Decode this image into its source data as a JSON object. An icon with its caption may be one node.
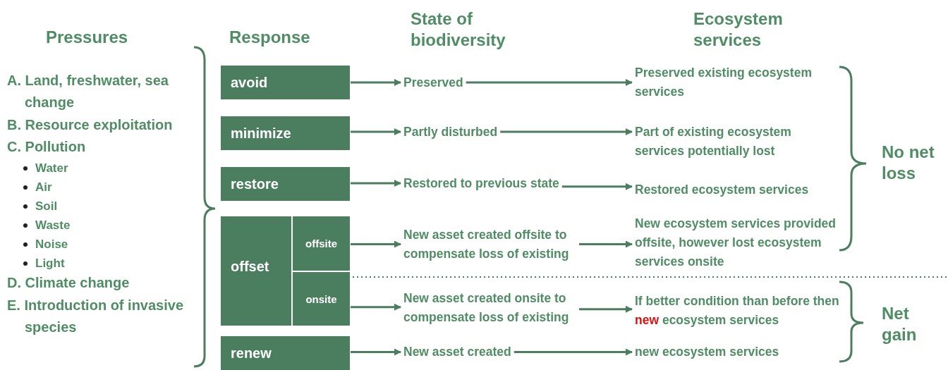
{
  "diagram": {
    "nodes": [
      {
        "text": [
          "avoid"
        ]
      },
      {
        "text": [
          "Preserved"
        ]
      },
      {
        "text": [
          "Preserved existing ecosystem services"
        ]
      },
      {
        "text": [
          "minimize"
        ]
      },
      {
        "text": [
          "Partly disturbed"
        ]
      },
      {
        "text": [
          "Part of existing ecosystem services potentially lost"
        ]
      },
      {
        "text": [
          "restore"
        ]
      },
      {
        "text": [
          "Restored to previous state"
        ]
      },
      {
        "text": [
          "Restored ecosystem services"
        ]
      },
      {
        "text": [
          "offset"
        ]
      },
      {
        "text": [
          "offsite"
        ],
        "in": 9
      },
      {
        "text": [
          "New asset created offsite to compensate loss of existing"
        ]
      },
      {
        "text": [
          "New ecosystem services provided offsite, however lost ecosystem services onsite"
        ]
      },
      {
        "text": [
          "onsite"
        ],
        "in": 9
      },
      {
        "text": [
          "New asset created onsite to compensate loss of existing"
        ]
      },
      {
        "text": [
          "If better condition than before then **new** ecosystem services"
        ]
      },
      {
        "text": [
          "renew"
        ]
      },
      {
        "text": [
          "New asset created"
        ]
      },
      {
        "text": [
          "new ecosystem services"
        ]
      }
    ],
    "edges": [
      {
        "from": 0,
        "to": 1,
        "arrow": "to"
      },
      {
        "from": 1,
        "to": 2,
        "arrow": "to"
      },
      {
        "from": 3,
        "to": 4,
        "arrow": "to"
      },
      {
        "from": 4,
        "to": 5,
        "arrow": "to"
      },
      {
        "from": 6,
        "to": 7,
        "arrow": "to"
      },
      {
        "from": 7,
        "to": 8,
        "arrow": "to"
      },
      {
        "from": 10,
        "to": 11,
        "arrow": "to"
      },
      {
        "from": 11,
        "to": 12,
        "arrow": "to"
      },
      {
        "from": 13,
        "to": 14,
        "arrow": "to"
      },
      {
        "from": 14,
        "to": 15,
        "arrow": "to"
      },
      {
        "from": 16,
        "to": 17,
        "arrow": "to"
      },
      {
        "from": 17,
        "to": 18,
        "arrow": "to"
      }
    ],
    "labels": [
      "State of biodiversity",
      "Ecosystem services",
      "Pressures",
      "Response",
      "A. Land, freshwater, sea change",
      "B. Resource exploitation",
      "C. Pollution",
      "Water",
      "Air",
      "Soil",
      "Waste",
      "Noise",
      "Light",
      "D. Climate change",
      "E. Introduction of invasive species",
      "No net loss",
      "Net gain"
    ]
  }
}
